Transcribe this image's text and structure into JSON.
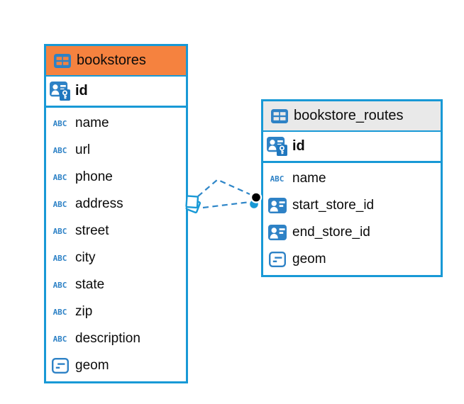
{
  "colors": {
    "accent": "#1899D6",
    "icon-blue": "#2E82C6",
    "key-blue": "#1E76BE",
    "header-orange": "#F5823F",
    "header-gray": "#E9E9E9",
    "line-blue": "#2E86C8",
    "text": "#0B0B0B",
    "marker-black": "#000000",
    "canvas-bg": "#FFFFFF"
  },
  "icon_labels": {
    "text": "ABC"
  },
  "tables": [
    {
      "name": "bookstores",
      "header_color": "#F5823F",
      "header_icon": "table-icon",
      "primary_key": {
        "name": "id",
        "icon": "person-key-icon"
      },
      "columns": [
        {
          "name": "name",
          "type_icon": "abc-text-icon"
        },
        {
          "name": "url",
          "type_icon": "abc-text-icon"
        },
        {
          "name": "phone",
          "type_icon": "abc-text-icon"
        },
        {
          "name": "address",
          "type_icon": "abc-text-icon"
        },
        {
          "name": "street",
          "type_icon": "abc-text-icon"
        },
        {
          "name": "city",
          "type_icon": "abc-text-icon"
        },
        {
          "name": "state",
          "type_icon": "abc-text-icon"
        },
        {
          "name": "zip",
          "type_icon": "abc-text-icon"
        },
        {
          "name": "description",
          "type_icon": "abc-text-icon"
        },
        {
          "name": "geom",
          "type_icon": "geometry-icon"
        }
      ]
    },
    {
      "name": "bookstore_routes",
      "header_color": "#E9E9E9",
      "header_icon": "table-icon",
      "primary_key": {
        "name": "id",
        "icon": "person-key-icon"
      },
      "columns": [
        {
          "name": "name",
          "type_icon": "abc-text-icon"
        },
        {
          "name": "start_store_id",
          "type_icon": "reference-icon"
        },
        {
          "name": "end_store_id",
          "type_icon": "reference-icon"
        },
        {
          "name": "geom",
          "type_icon": "geometry-icon"
        }
      ]
    }
  ],
  "relationships": [
    {
      "between": [
        "bookstores",
        "bookstore_routes"
      ],
      "line_style": "dashed",
      "line_count": 2,
      "source_marker": "overlapping-squares",
      "target_marker": "stacked-circles"
    }
  ]
}
